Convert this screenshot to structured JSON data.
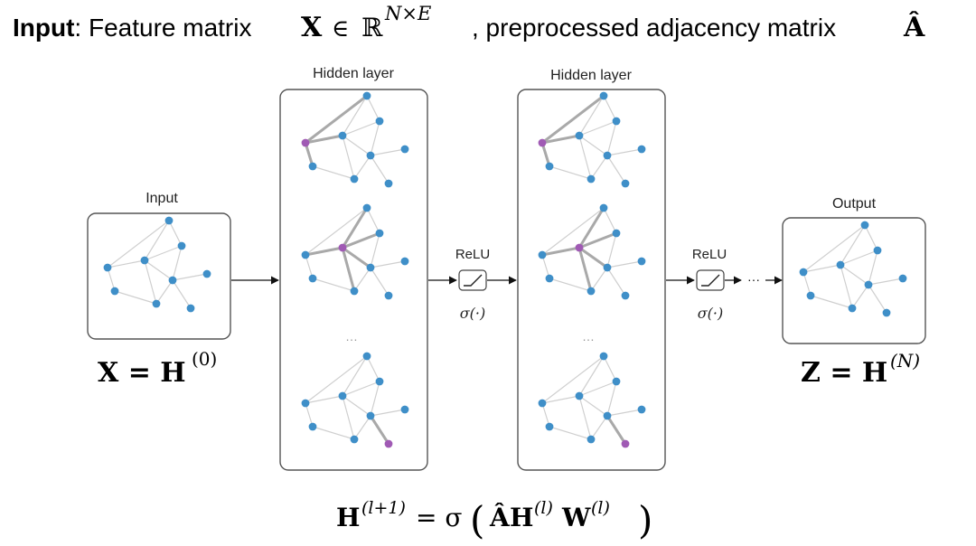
{
  "header": {
    "prefix_bold": "Input",
    "prefix_rest": ": Feature matrix ",
    "x_symbol": "X",
    "in_symbol": "∈",
    "reals_symbol": "ℝ",
    "superscript": "N×E",
    "middle_text": ", preprocessed adjacency matrix ",
    "a_symbol": "Â"
  },
  "labels": {
    "input": "Input",
    "hidden1": "Hidden layer",
    "hidden2": "Hidden layer",
    "output": "Output",
    "relu1": "ReLU",
    "relu2": "ReLU",
    "sigma1": "σ(·)",
    "sigma2": "σ(·)",
    "ellipsis_hidden1": "…",
    "ellipsis_hidden2": "…",
    "ellipsis_chain": "···"
  },
  "equations": {
    "input_lhs": "X = H",
    "input_sup": "(0)",
    "output_lhs": "Z = H",
    "output_sup": "(N)",
    "bottom_h": "H",
    "bottom_h_sup": "(l+1)",
    "bottom_eq": " = σ",
    "bottom_open": "(",
    "bottom_a": "Â",
    "bottom_h2": "H",
    "bottom_h2_sup": "(l)",
    "bottom_w": "W",
    "bottom_w_sup": "(l)",
    "bottom_close": ")"
  },
  "colors": {
    "node": "#3f8fc8",
    "highlight_node": "#a05ab4",
    "edge": "#cfcfcf",
    "highlight_edge": "#a9a9a9",
    "box_border": "#555555",
    "arrow": "#111111"
  }
}
